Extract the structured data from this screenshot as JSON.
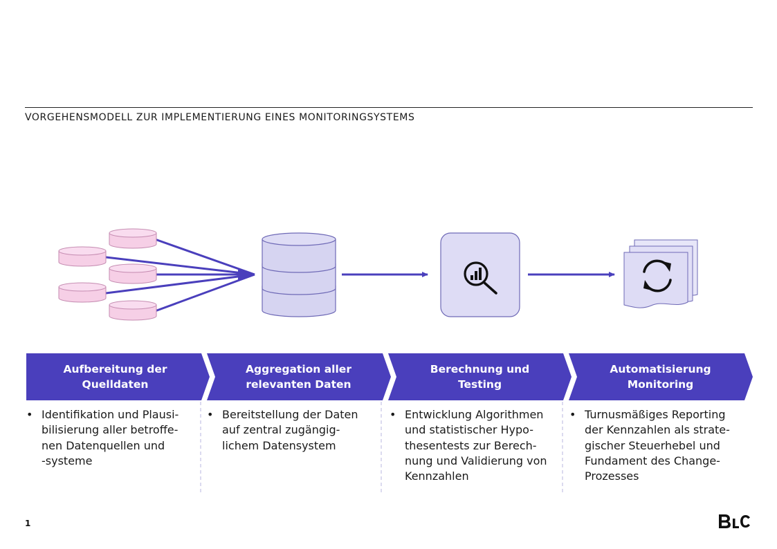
{
  "title": "VORGEHENSMODELL ZUR IMPLEMENTIERUNG EINES MONITORINGSYSTEMS",
  "steps": [
    {
      "label_lines": [
        "Aufbereitung der",
        "Quelldaten"
      ],
      "bullet_lines": [
        "Identifikation und Plausi-",
        "bilisierung aller betroffe-",
        "nen Datenquellen und",
        "-systeme"
      ]
    },
    {
      "label_lines": [
        "Aggregation aller",
        "relevanten Daten"
      ],
      "bullet_lines": [
        "Bereitstellung der Daten",
        "auf zentral zugängig-",
        "lichem Datensystem"
      ]
    },
    {
      "label_lines": [
        "Berechnung und",
        "Testing"
      ],
      "bullet_lines": [
        "Entwicklung Algorithmen",
        "und statistischer Hypo-",
        "thesentests zur Berech-",
        "nung und Validierung von",
        "Kennzahlen"
      ]
    },
    {
      "label_lines": [
        "Automatisierung",
        "Monitoring"
      ],
      "bullet_lines": [
        "Turnusmäßiges Reporting",
        "der Kennzahlen als strate-",
        "gischer Steuerhebel und",
        "Fundament des Change-",
        "Prozesses"
      ]
    }
  ],
  "bullet_symbol": "•",
  "page_number": "1",
  "logo_text": "BLC",
  "colors": {
    "accent": "#4a3fbc",
    "source_db_fill": "#f6cfe6",
    "source_db_stroke": "#c48ab0",
    "central_db_fill": "#d6d4f1",
    "central_db_stroke": "#6e69b6",
    "panel_fill": "#dedcf5",
    "divider": "#c8c6e6"
  },
  "icons": [
    "database-icon",
    "analytics-search-icon",
    "refresh-icon",
    "documents-stack-icon",
    "arrow-right-icon"
  ]
}
